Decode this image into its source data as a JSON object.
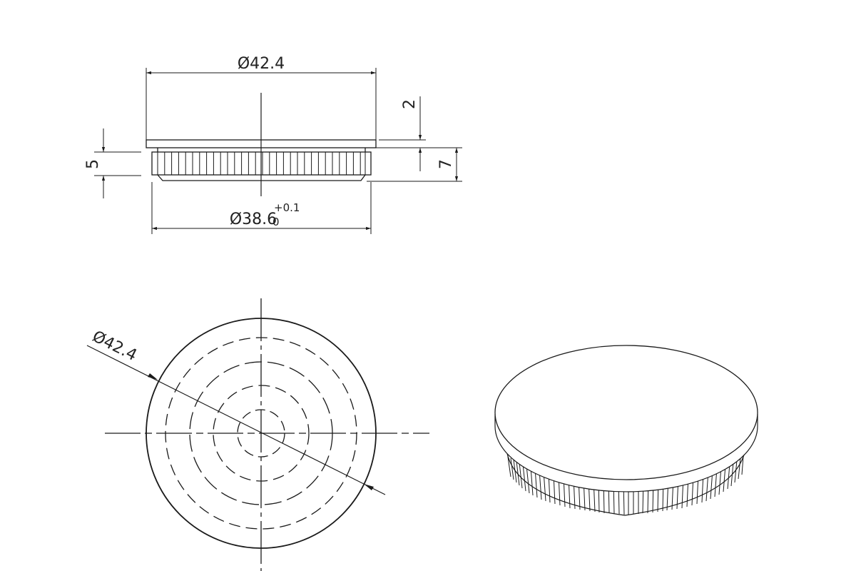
{
  "drawing": {
    "title": "End cap technical drawing",
    "side_view": {
      "outer_diameter_label": "Ø42.4",
      "inner_diameter_label": "Ø38.6",
      "inner_diameter_tolerance_upper": "+0.1",
      "inner_diameter_tolerance_lower": "0",
      "flange_thickness_label": "2",
      "total_height_label": "7",
      "spigot_height_label": "5"
    },
    "top_view": {
      "diameter_label": "Ø42.4"
    },
    "iso_view": {
      "label": ""
    }
  },
  "colors": {
    "line": "#1a1a1a",
    "background": "#ffffff"
  }
}
